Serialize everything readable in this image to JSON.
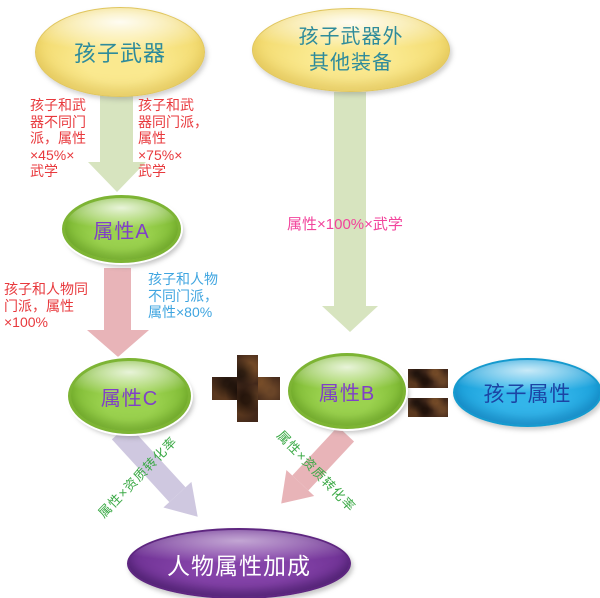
{
  "diagram": {
    "nodes": {
      "child_weapon": {
        "label": "孩子武器"
      },
      "other_equipment": {
        "label": "孩子武器外\n其他装备"
      },
      "attr_a": {
        "label": "属性A"
      },
      "attr_c": {
        "label": "属性C"
      },
      "attr_b": {
        "label": "属性B"
      },
      "child_attr": {
        "label": "孩子属性"
      },
      "char_bonus": {
        "label": "人物属性加成"
      }
    },
    "annotations": {
      "weapon_diff_school": "孩子和武\n器不同门\n派，属性\n×45%×\n武学",
      "weapon_same_school": "孩子和武\n器同门派，\n属性\n×75%×\n武学",
      "person_same_school": "孩子和人物同\n门派，属性\n×100%",
      "person_diff_school": "孩子和人物\n不同门派，\n属性×80%",
      "equip_formula": "属性×100%×武学",
      "convert_left": "属性×资质转化率",
      "convert_right": "属性×资质转化率"
    },
    "operators": {
      "plus": "+",
      "equals": "="
    },
    "colors": {
      "node_yellow": "#F3D865",
      "node_green": "#97D04C",
      "node_blue": "#29AEE4",
      "node_purple": "#7B3DA5",
      "arrow_light_green": "#D7E4BF",
      "arrow_pink": "#E8B4B8",
      "arrow_lavender": "#CFC8E0",
      "operator_brown": "#42281A",
      "text_teal": "#2E8B9B",
      "text_red": "#E8393D",
      "text_blue": "#3FA5E0",
      "text_magenta": "#F2449C",
      "text_green": "#3AA945",
      "text_purple": "#8040C8",
      "text_navy": "#1C44A4",
      "text_white": "#FFFFFF"
    }
  }
}
